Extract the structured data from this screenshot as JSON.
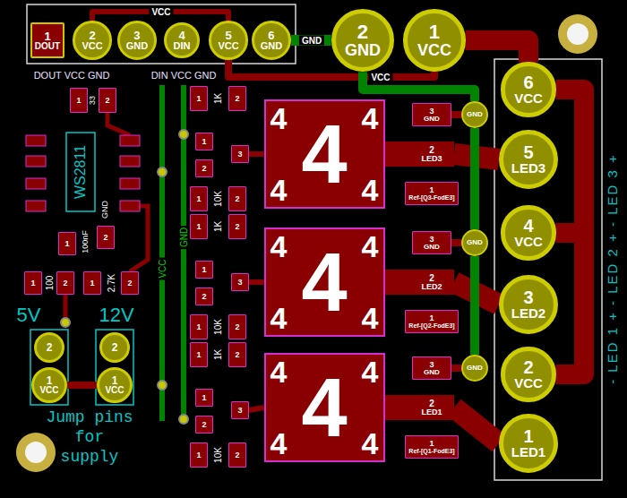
{
  "diagram": {
    "nodes": [
      {
        "text": [
          "1",
          "DOUT"
        ]
      },
      {
        "text": [
          "2",
          "VCC"
        ]
      },
      {
        "text": [
          "3",
          "GND"
        ]
      },
      {
        "text": [
          "4",
          "DIN"
        ]
      },
      {
        "text": [
          "5",
          "VCC"
        ]
      },
      {
        "text": [
          "6",
          "GND"
        ]
      },
      {
        "text": [
          "2",
          "GND"
        ]
      },
      {
        "text": [
          "1",
          "VCC"
        ]
      },
      {
        "text": [
          "1"
        ]
      },
      {
        "text": [
          "2"
        ]
      },
      {
        "text": [
          "1"
        ]
      },
      {
        "text": [
          "2"
        ]
      },
      {
        "text": [
          "1"
        ]
      },
      {
        "text": [
          "2"
        ]
      },
      {
        "text": [
          "3"
        ]
      },
      {
        "text": [
          "1"
        ]
      },
      {
        "text": [
          "2"
        ]
      },
      {
        "text": [
          "1"
        ]
      },
      {
        "text": [
          "2"
        ]
      },
      {
        "text": [
          "1"
        ]
      },
      {
        "text": [
          "2"
        ]
      },
      {
        "text": [
          "3"
        ]
      },
      {
        "text": [
          "1"
        ]
      },
      {
        "text": [
          "2"
        ]
      },
      {
        "text": [
          "1"
        ]
      },
      {
        "text": [
          "2"
        ]
      },
      {
        "text": [
          "1"
        ]
      },
      {
        "text": [
          "2"
        ]
      },
      {
        "text": [
          "3"
        ]
      },
      {
        "text": [
          "1"
        ]
      },
      {
        "text": [
          "2"
        ]
      },
      {
        "text": [
          "1"
        ]
      },
      {
        "text": [
          "2"
        ]
      },
      {
        "text": [
          "1"
        ]
      },
      {
        "text": [
          "2"
        ]
      },
      {
        "text": [
          "1"
        ]
      },
      {
        "text": [
          "2"
        ]
      },
      {
        "text": [
          "2"
        ]
      },
      {
        "text": [
          "1",
          "VCC"
        ]
      },
      {
        "text": [
          "2"
        ]
      },
      {
        "text": [
          "1",
          "VCC"
        ]
      },
      {
        "text": [
          "4",
          "4",
          "4",
          "4",
          "4"
        ]
      },
      {
        "text": [
          "3",
          "GND"
        ]
      },
      {
        "text": [
          "2",
          "LED3"
        ]
      },
      {
        "text": [
          "1",
          "Ref-[Q3-FodE3]"
        ]
      },
      {
        "text": [
          "GND"
        ]
      },
      {
        "text": [
          "4",
          "4",
          "4",
          "4",
          "4"
        ]
      },
      {
        "text": [
          "3",
          "GND"
        ]
      },
      {
        "text": [
          "2",
          "LED2"
        ]
      },
      {
        "text": [
          "1",
          "Ref-[Q2-FodE3]"
        ]
      },
      {
        "text": [
          "GND"
        ]
      },
      {
        "text": [
          "4",
          "4",
          "4",
          "4",
          "4"
        ]
      },
      {
        "text": [
          "3",
          "GND"
        ]
      },
      {
        "text": [
          "2",
          "LED1"
        ]
      },
      {
        "text": [
          "1",
          "Ref-[Q1-FodE3]"
        ]
      },
      {
        "text": [
          "GND"
        ]
      },
      {
        "text": [
          "6",
          "VCC"
        ]
      },
      {
        "text": [
          "5",
          "LED3"
        ]
      },
      {
        "text": [
          "4",
          "VCC"
        ]
      },
      {
        "text": [
          "3",
          "LED2"
        ]
      },
      {
        "text": [
          "2",
          "VCC"
        ]
      },
      {
        "text": [
          "1",
          "LED1"
        ]
      }
    ],
    "edges": [
      {
        "from": 1,
        "to": 4,
        "label": "VCC",
        "arrow": "none"
      },
      {
        "from": 4,
        "to": 7,
        "label": "VCC",
        "arrow": "none"
      },
      {
        "from": 5,
        "to": 6,
        "label": "GND",
        "arrow": "none"
      },
      {
        "from": 7,
        "to": 56,
        "arrow": "none"
      },
      {
        "from": 56,
        "to": 58,
        "arrow": "none"
      },
      {
        "from": 58,
        "to": 60,
        "arrow": "none"
      },
      {
        "from": 41,
        "to": 43,
        "arrow": "none"
      },
      {
        "from": 43,
        "to": 57,
        "arrow": "none"
      },
      {
        "from": 42,
        "to": 45,
        "arrow": "none"
      },
      {
        "from": 46,
        "to": 48,
        "arrow": "none"
      },
      {
        "from": 48,
        "to": 59,
        "arrow": "none"
      },
      {
        "from": 47,
        "to": 50,
        "arrow": "none"
      },
      {
        "from": 51,
        "to": 53,
        "arrow": "none"
      },
      {
        "from": 53,
        "to": 61,
        "arrow": "none"
      },
      {
        "from": 52,
        "to": 55,
        "arrow": "none"
      },
      {
        "from": 38,
        "to": 40,
        "arrow": "none"
      },
      {
        "from": 14,
        "to": 41,
        "arrow": "none"
      },
      {
        "from": 21,
        "to": 46,
        "arrow": "none"
      },
      {
        "from": 28,
        "to": 51,
        "arrow": "none"
      },
      {
        "from": 6,
        "to": 45,
        "arrow": "none"
      },
      {
        "from": 45,
        "to": 50,
        "arrow": "none"
      },
      {
        "from": 50,
        "to": 55,
        "arrow": "none"
      }
    ],
    "labels": [
      "DOUT VCC GND",
      "DIN VCC GND",
      "33",
      "WS2811",
      "GND",
      "100nF",
      "100",
      "2.7K",
      "1K",
      "10K",
      "1K",
      "10K",
      "1K",
      "10K",
      "VCC",
      "GND",
      "5V",
      "12V",
      "Jump pins for supply",
      "- LED 1 + - LED 2 + - LED 3 +"
    ]
  }
}
